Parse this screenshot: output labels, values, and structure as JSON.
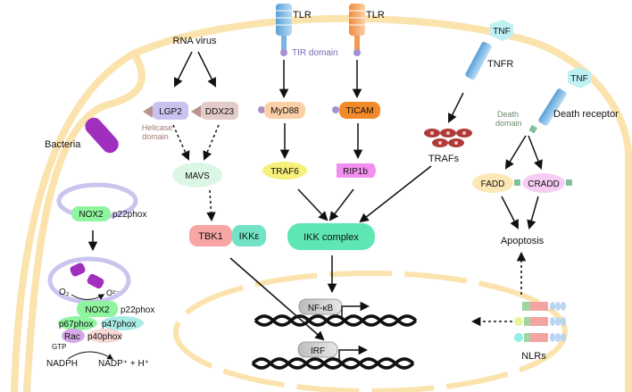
{
  "labels": {
    "rna_virus": "RNA virus",
    "tlr1": "TLR",
    "tlr2": "TLR",
    "tir_domain": "TIR domain",
    "tnf1": "TNF",
    "tnfr": "TNFR",
    "tnf2": "TNF",
    "death_receptor": "Death receptor",
    "death_domain_1": "Death",
    "death_domain_2": "domain",
    "lgp2": "LGP2",
    "ddx23": "DDX23",
    "helicase_1": "Helicase",
    "helicase_2": "domain",
    "myd88": "MyD88",
    "ticam": "TICAM",
    "trafs": "TRAFs",
    "bacteria": "Bacteria",
    "mavs": "MAVS",
    "traf6": "TRAF6",
    "rip1b": "RIP1b",
    "fadd": "FADD",
    "cradd": "CRADD",
    "nox2_top": "NOX2",
    "p22phox_top": "p22phox",
    "tbk1": "TBK1",
    "ikke": "IKKε",
    "ikk_complex": "IKK complex",
    "apoptosis": "Apoptosis",
    "o2": "O₂",
    "o2_minus": "O²⁻",
    "nox2_bottom": "NOX2",
    "p22phox_bottom": "p22phox",
    "p67phox": "p67phox",
    "p47phox": "p47phox",
    "rac": "Rac",
    "p40phox": "p40phox",
    "gtp": "GTP",
    "nadph": "NADPH",
    "nadp": "NADP⁺ + H⁺",
    "nfkb": "NF-κB",
    "irf": "IRF",
    "nlrs": "NLRs"
  },
  "colors": {
    "membrane": "#fbe3ad",
    "bacteria": "#a02fbd",
    "lgp2": "#c9c2ef",
    "ddx23": "#e3ccc8",
    "myd88": "#fbd0a6",
    "ticam": "#f28a2a",
    "traf6": "#f6f07a",
    "rip1b": "#f38ff0",
    "mavs": "#dcf6e5",
    "tbk1": "#f7a5a5",
    "ikke": "#72e3c4",
    "ikk_complex": "#5ee6b3",
    "fadd": "#fbe8b6",
    "cradd": "#f6cef3",
    "trafs": "#b03a3a",
    "nox2": "#8ef59e",
    "p47phox": "#a8ebe6",
    "rac": "#d7a8e8",
    "tnf": "#bff1f3",
    "nucleus": "#fbe3ad"
  }
}
